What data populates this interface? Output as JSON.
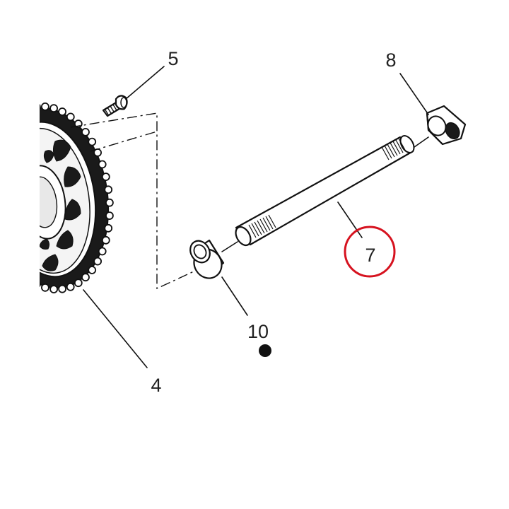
{
  "callouts": {
    "part_4": "4",
    "part_5": "5",
    "part_7": "7",
    "part_8": "8",
    "part_10": "10"
  },
  "highlight": {
    "part": "7",
    "color": "#d6121f"
  },
  "marker": {
    "part": "10",
    "symbol": "filled-dot",
    "color": "#111111"
  }
}
